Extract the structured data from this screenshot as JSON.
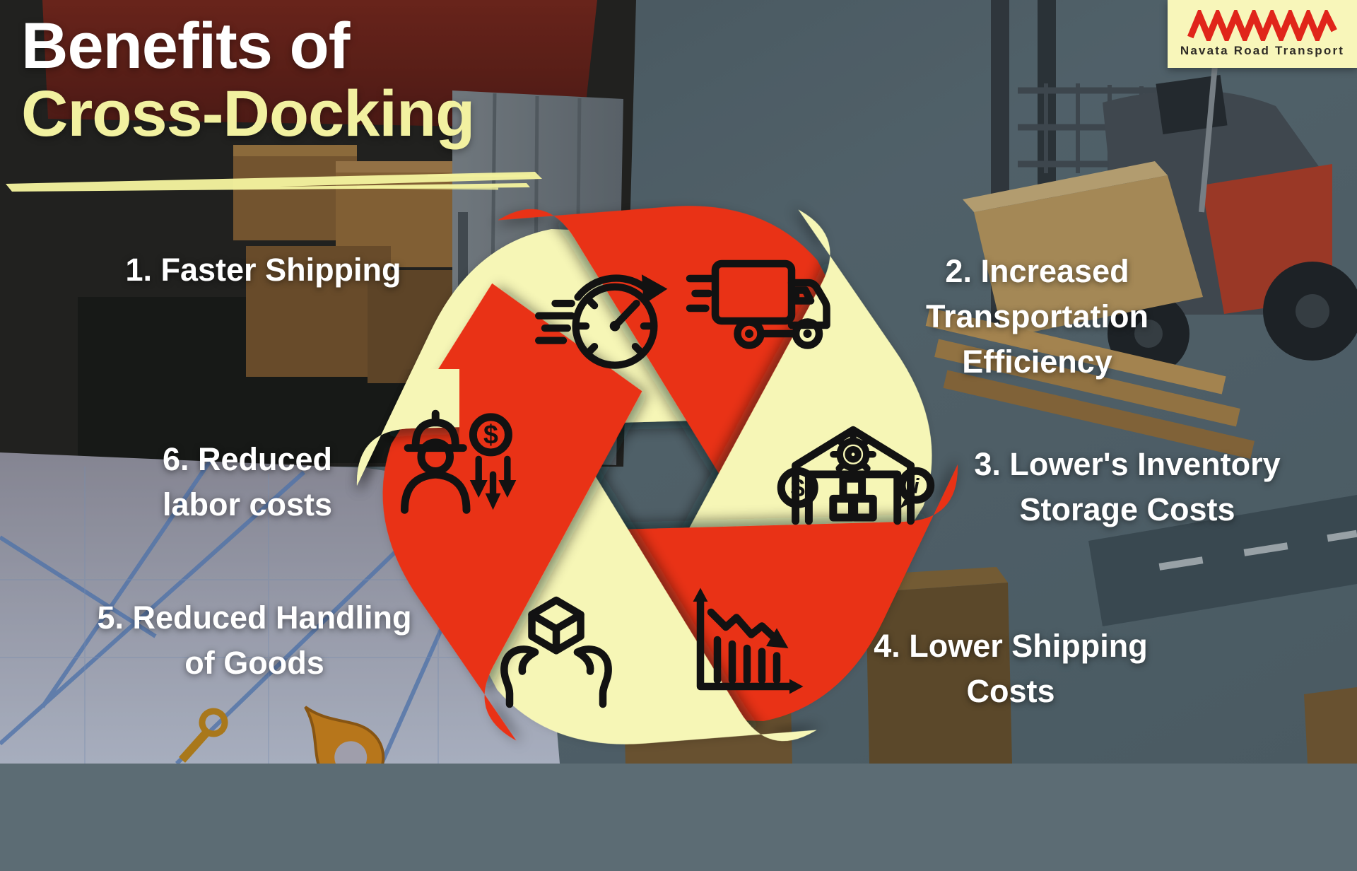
{
  "title": {
    "line1": "Benefits of",
    "line2": "Cross-Docking"
  },
  "logo": {
    "brand": "NAVATA",
    "tagline": "Navata Road Transport"
  },
  "benefits": [
    {
      "id": 1,
      "lines": [
        "1. Faster Shipping"
      ],
      "icon": "speed-timer-icon",
      "petal_color": "#F6F6B6",
      "position": "top-left"
    },
    {
      "id": 2,
      "lines": [
        "2. Increased",
        "Transportation",
        "Efficiency"
      ],
      "icon": "fast-truck-icon",
      "petal_color": "#E93114",
      "position": "top-right"
    },
    {
      "id": 3,
      "lines": [
        "3. Lower's Inventory",
        "Storage Costs"
      ],
      "icon": "warehouse-storage-icon",
      "petal_color": "#F6F6B6",
      "position": "right"
    },
    {
      "id": 4,
      "lines": [
        "4. Lower Shipping",
        "Costs"
      ],
      "icon": "declining-chart-icon",
      "petal_color": "#E93114",
      "position": "bottom-right"
    },
    {
      "id": 5,
      "lines": [
        "5. Reduced Handling",
        "of Goods"
      ],
      "icon": "hands-box-icon",
      "petal_color": "#F6F6B6",
      "position": "bottom-left"
    },
    {
      "id": 6,
      "lines": [
        "6. Reduced",
        "labor costs"
      ],
      "icon": "worker-cost-icon",
      "petal_color": "#E93114",
      "position": "left"
    }
  ],
  "colors": {
    "petal_yellow": "#F6F6B6",
    "petal_red": "#E93114",
    "title_white": "#FFFFFF",
    "title_yellow": "#F2F1A0",
    "underline_yellow": "#F4F39E",
    "logo_background": "#F8F6BA",
    "logo_red": "#E0251A",
    "icon_stroke": "#121212",
    "background_base": "#5C6C74"
  }
}
